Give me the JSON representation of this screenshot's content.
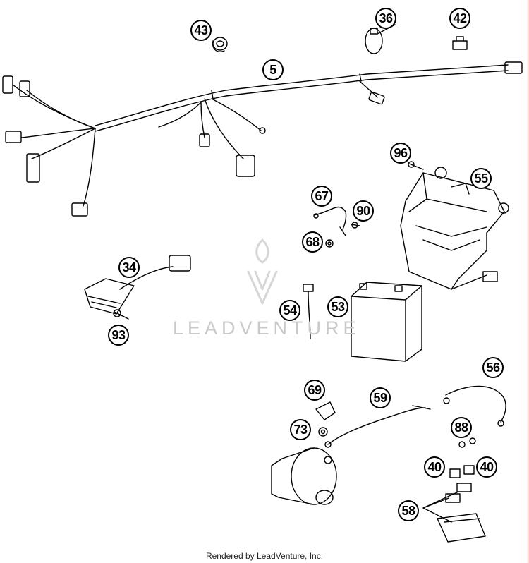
{
  "callouts": {
    "c43": "43",
    "c36": "36",
    "c42": "42",
    "c5": "5",
    "c96": "96",
    "c55": "55",
    "c67": "67",
    "c90": "90",
    "c68": "68",
    "c34": "34",
    "c93": "93",
    "c54": "54",
    "c53": "53",
    "c56": "56",
    "c69": "69",
    "c59": "59",
    "c73": "73",
    "c88": "88",
    "c40a": "40",
    "c40b": "40",
    "c58": "58"
  },
  "watermark": "LEADVENTURE",
  "footer": "Rendered by LeadVenture, Inc."
}
